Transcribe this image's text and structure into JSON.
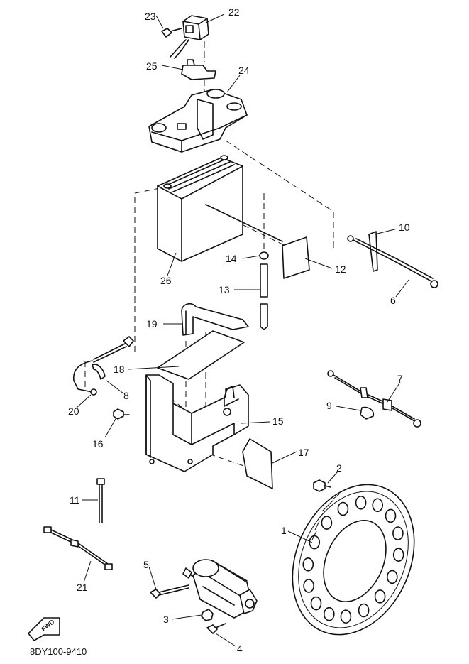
{
  "diagram": {
    "drawing_code": "8DY100-9410",
    "fwd_label": "FWD",
    "callouts": [
      {
        "id": "22",
        "label": "22"
      },
      {
        "id": "23",
        "label": "23"
      },
      {
        "id": "24",
        "label": "24"
      },
      {
        "id": "25",
        "label": "25"
      },
      {
        "id": "26",
        "label": "26"
      },
      {
        "id": "14",
        "label": "14"
      },
      {
        "id": "13",
        "label": "13"
      },
      {
        "id": "12",
        "label": "12"
      },
      {
        "id": "10",
        "label": "10"
      },
      {
        "id": "6",
        "label": "6"
      },
      {
        "id": "19",
        "label": "19"
      },
      {
        "id": "18",
        "label": "18"
      },
      {
        "id": "8",
        "label": "8"
      },
      {
        "id": "20",
        "label": "20"
      },
      {
        "id": "7",
        "label": "7"
      },
      {
        "id": "9",
        "label": "9"
      },
      {
        "id": "16",
        "label": "16"
      },
      {
        "id": "15",
        "label": "15"
      },
      {
        "id": "17",
        "label": "17"
      },
      {
        "id": "2",
        "label": "2"
      },
      {
        "id": "11",
        "label": "11"
      },
      {
        "id": "1",
        "label": "1"
      },
      {
        "id": "21",
        "label": "21"
      },
      {
        "id": "5",
        "label": "5"
      },
      {
        "id": "3",
        "label": "3"
      },
      {
        "id": "4",
        "label": "4"
      }
    ]
  }
}
